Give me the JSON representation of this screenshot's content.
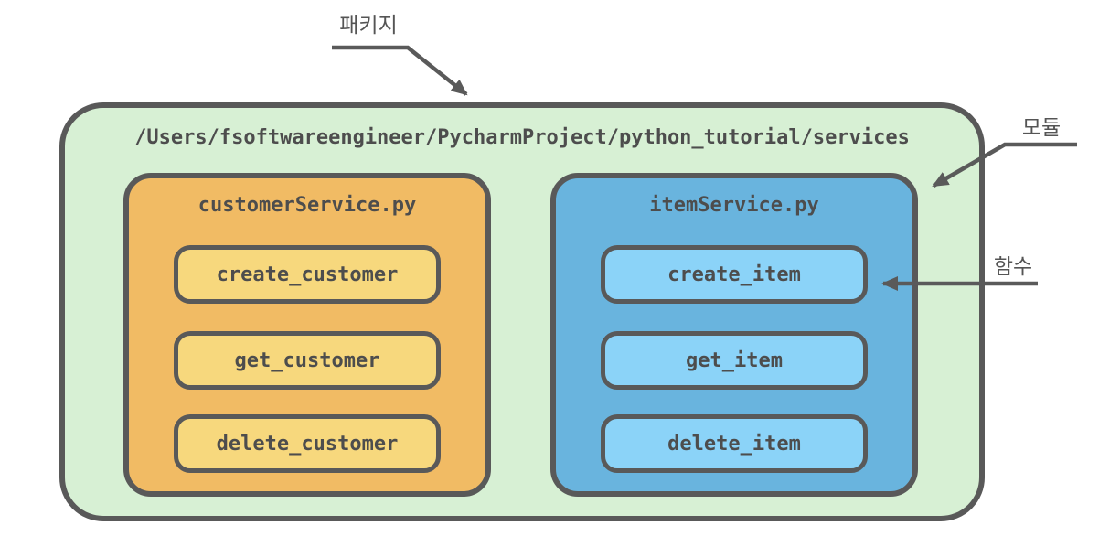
{
  "annotations": {
    "package": "패키지",
    "module": "모듈",
    "function": "함수"
  },
  "package": {
    "path": "/Users/fsoftwareengineer/PycharmProject/python_tutorial/services",
    "modules": [
      {
        "name": "customerService.py",
        "functions": [
          "create_customer",
          "get_customer",
          "delete_customer"
        ]
      },
      {
        "name": "itemService.py",
        "functions": [
          "create_item",
          "get_item",
          "delete_item"
        ]
      }
    ]
  },
  "colors": {
    "package_fill": "#D7F0D4",
    "customer_module_fill": "#F1BB64",
    "customer_function_fill": "#F7D87D",
    "item_module_fill": "#69B4DE",
    "item_function_fill": "#8BD3F8",
    "outline": "#595959",
    "arrow": "#5A5A5A",
    "text": "#4D4D4D",
    "label_text": "#555555"
  }
}
